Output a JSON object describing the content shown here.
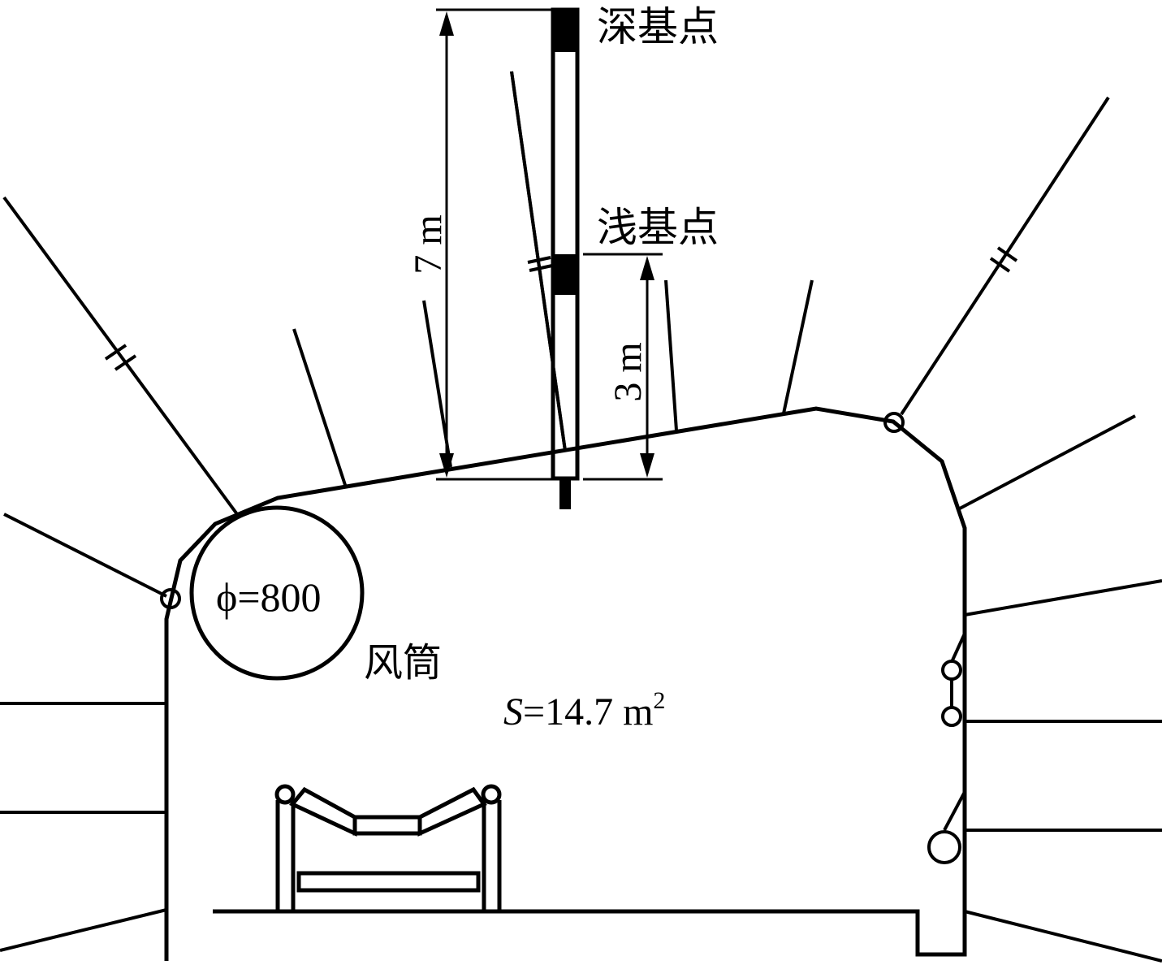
{
  "labels": {
    "deep_point": "深基点",
    "shallow_point": "浅基点",
    "duct_diameter": "ϕ=800",
    "duct_name": "风筒",
    "area_prefix": "S",
    "area_value": "=14.7 m",
    "area_exp": "2"
  },
  "dimensions": {
    "deep": "7 m",
    "shallow": "3 m"
  },
  "colors": {
    "line": "#000000",
    "background": "#ffffff"
  }
}
